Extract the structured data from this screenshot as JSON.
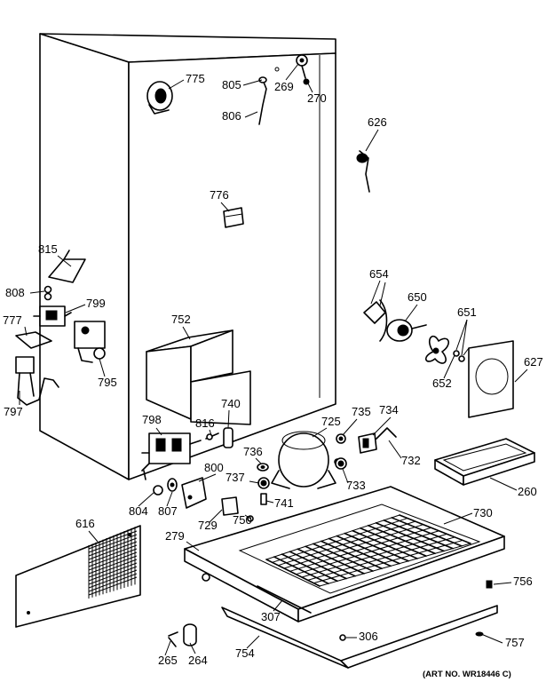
{
  "labels": {
    "p775": "775",
    "p805": "805",
    "p269": "269",
    "p270": "270",
    "p806": "806",
    "p626": "626",
    "p776": "776",
    "p815": "815",
    "p808": "808",
    "p799": "799",
    "p777": "777",
    "p795": "795",
    "p797": "797",
    "p752": "752",
    "p654": "654",
    "p650": "650",
    "p651": "651",
    "p627": "627",
    "p652": "652",
    "p740": "740",
    "p798": "798",
    "p816": "816",
    "p725": "725",
    "p735": "735",
    "p734": "734",
    "p732": "732",
    "p736": "736",
    "p800": "800",
    "p737": "737",
    "p733": "733",
    "p804": "804",
    "p807": "807",
    "p729": "729",
    "p750": "750",
    "p741": "741",
    "p260": "260",
    "p616": "616",
    "p279": "279",
    "p730": "730",
    "p756": "756",
    "p307": "307",
    "p306": "306",
    "p265": "265",
    "p264": "264",
    "p754": "754",
    "p757": "757"
  },
  "art_number": "(ART NO. WR18446 C)"
}
